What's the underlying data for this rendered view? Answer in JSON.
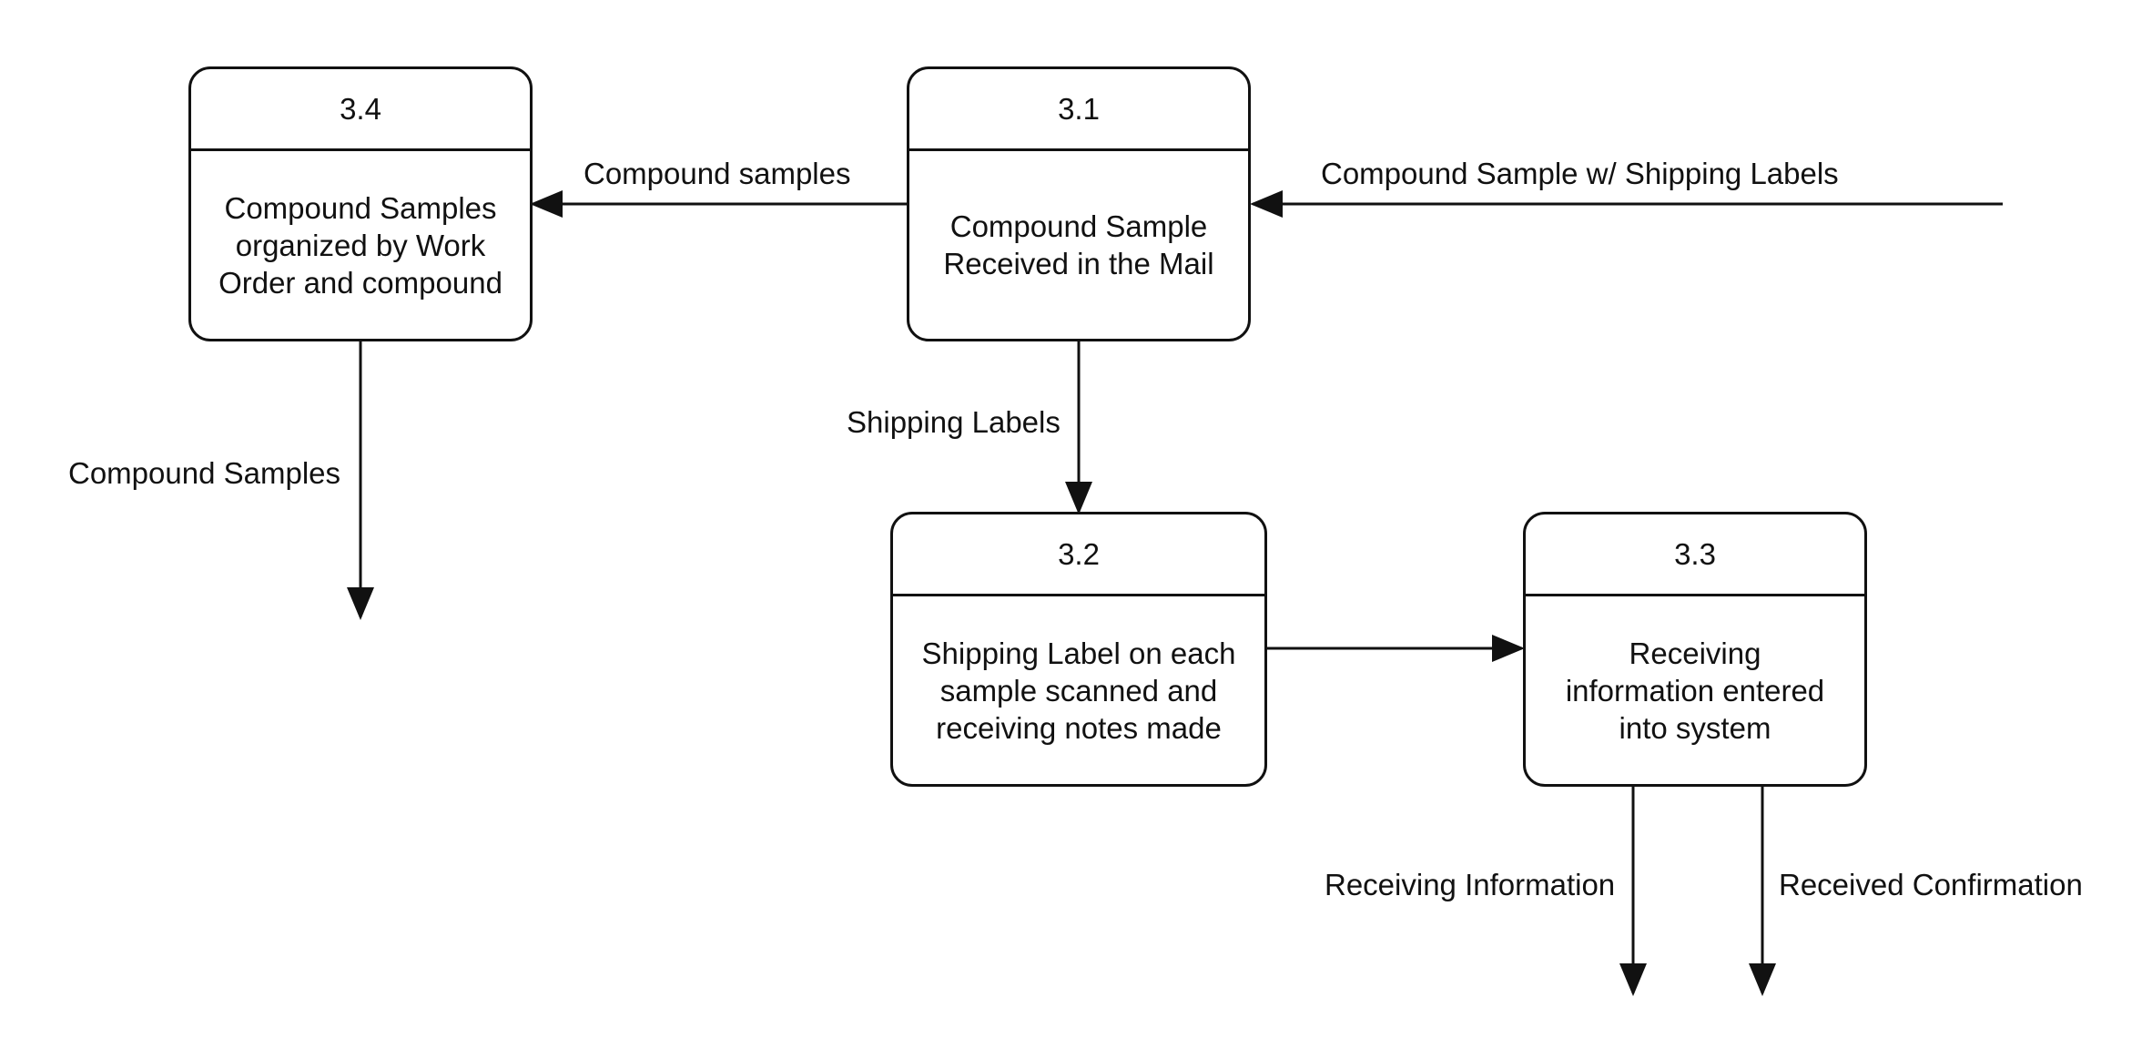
{
  "processes": {
    "p31": {
      "id": "3.1",
      "label": "Compound Sample Received in the Mail"
    },
    "p32": {
      "id": "3.2",
      "label": "Shipping Label on each sample scanned and receiving notes made"
    },
    "p33": {
      "id": "3.3",
      "label": "Receiving information entered into system"
    },
    "p34": {
      "id": "3.4",
      "label": "Compound Samples organized by Work Order and compound"
    }
  },
  "flows": {
    "incoming": "Compound Sample w/ Shipping Labels",
    "to_34": "Compound samples",
    "to_32": "Shipping Labels",
    "out_34": "Compound Samples",
    "out_33_info": "Receiving Information",
    "out_33_confirm": "Received Confirmation"
  },
  "colors": {
    "stroke": "#111111",
    "background": "#ffffff"
  }
}
